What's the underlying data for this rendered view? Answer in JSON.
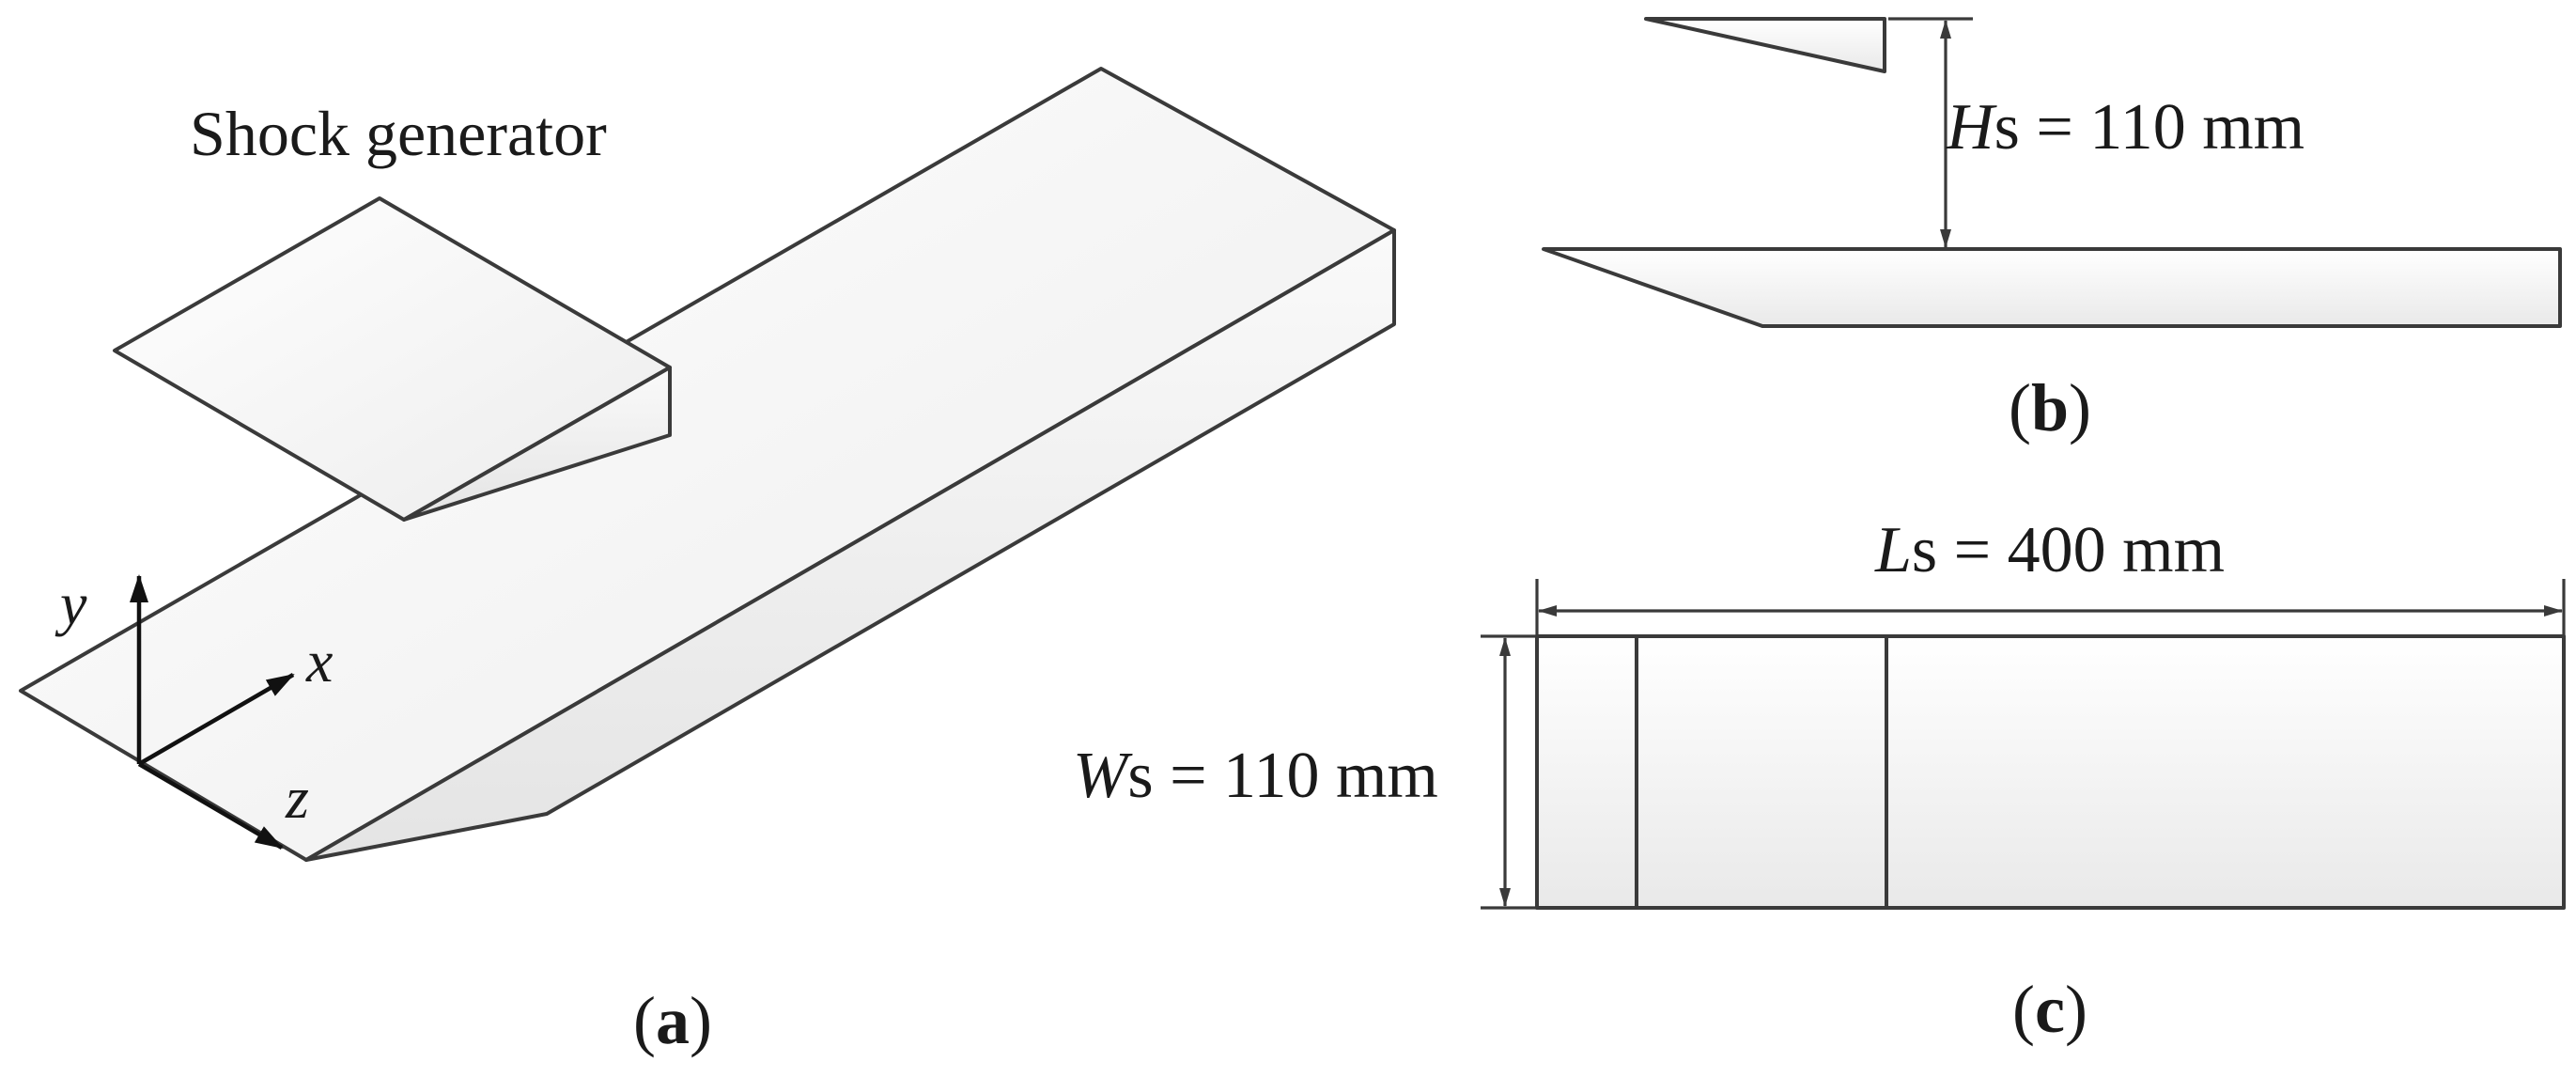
{
  "panel_a": {
    "caption_open": "(",
    "caption_letter": "a",
    "caption_close": ")",
    "shock_generator_label": "Shock generator",
    "axis_y": "y",
    "axis_x": "x",
    "axis_z": "z"
  },
  "panel_b": {
    "caption_open": "(",
    "caption_letter": "b",
    "caption_close": ")",
    "height_symbol": "H",
    "height_subscript": "s",
    "height_value": " = 110 mm"
  },
  "panel_c": {
    "caption_open": "(",
    "caption_letter": "c",
    "caption_close": ")",
    "length_symbol": "L",
    "length_subscript": "s",
    "length_value": " = 400 mm",
    "width_symbol": "W",
    "width_subscript": "s",
    "width_value": " = 110 mm"
  },
  "colors": {
    "line": "#3a3a3a",
    "face_light": "#ffffff",
    "face_shade": "#e6e6e6"
  }
}
